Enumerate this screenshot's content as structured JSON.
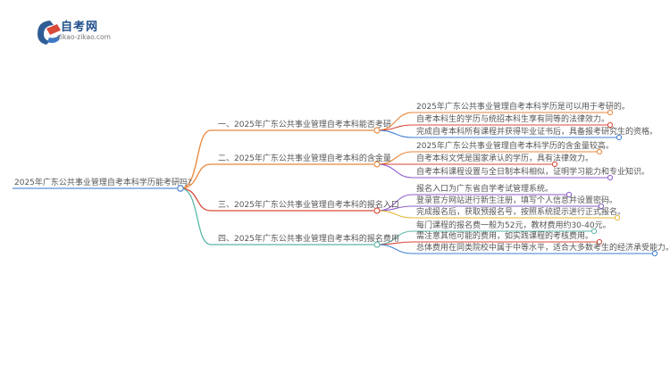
{
  "logo": {
    "title": "自考网",
    "url": "zikao-zikao.com",
    "colors": {
      "dark": "#2f5d95",
      "red": "#d94a3b",
      "blue": "#3c78c4"
    }
  },
  "root": {
    "text": "2025年广东公共事业管理自考本科学历能考研吗?",
    "color": "#5b8fd6"
  },
  "branches": [
    {
      "text": "一、2025年广东公共事业管理自考本科能否考研",
      "color": "#e8863a",
      "items": [
        {
          "text": "2025年广东公共事业管理自考本科学历是可以用于考研的。",
          "color": "#e8863a"
        },
        {
          "text": "自考本科生的学历与统招本科生享有同等的法律效力。",
          "color": "#d94a3b"
        },
        {
          "text": "完成自考本科所有课程并获得毕业证书后，具备报考研究生的资格。",
          "color": "#3f7fd0"
        }
      ]
    },
    {
      "text": "二、2025年广东公共事业管理自考本科的含金量",
      "color": "#e8863a",
      "items": [
        {
          "text": "2025年广东公共事业管理自考本科学历的含金量较高。",
          "color": "#e8863a"
        },
        {
          "text": "自考本科文凭是国家承认的学历，具有法律效力。",
          "color": "#d94a3b"
        },
        {
          "text": "自考本科课程设置与全日制本科相似，证明学习能力和专业知识。",
          "color": "#8c5ec9"
        }
      ]
    },
    {
      "text": "三、2025年广东公共事业管理自考本科的报名入口",
      "color": "#d94a3b",
      "items": [
        {
          "text": "报名入口为广东省自学考试管理系统。",
          "color": "#8c5ec9"
        },
        {
          "text": "登录官方网站进行新生注册，填写个人信息并设置密码。",
          "color": "#8c5ec9"
        },
        {
          "text": "完成报名后，获取预报名号，按照系统提示进行正式报名。",
          "color": "#e8b83a"
        }
      ]
    },
    {
      "text": "四、2025年广东公共事业管理自考本科的报名费用",
      "color": "#5bb8a8",
      "items": [
        {
          "text": "每门课程的报名费一般为52元，教材费用约30-40元。",
          "color": "#5bb8a8"
        },
        {
          "text": "需注意其他可能的费用，如实践课程的考核费用。",
          "color": "#d94a3b"
        },
        {
          "text": "总体费用在同类院校中属于中等水平，适合大多数考生的经济承受能力。",
          "color": "#3f7fd0"
        }
      ]
    }
  ]
}
